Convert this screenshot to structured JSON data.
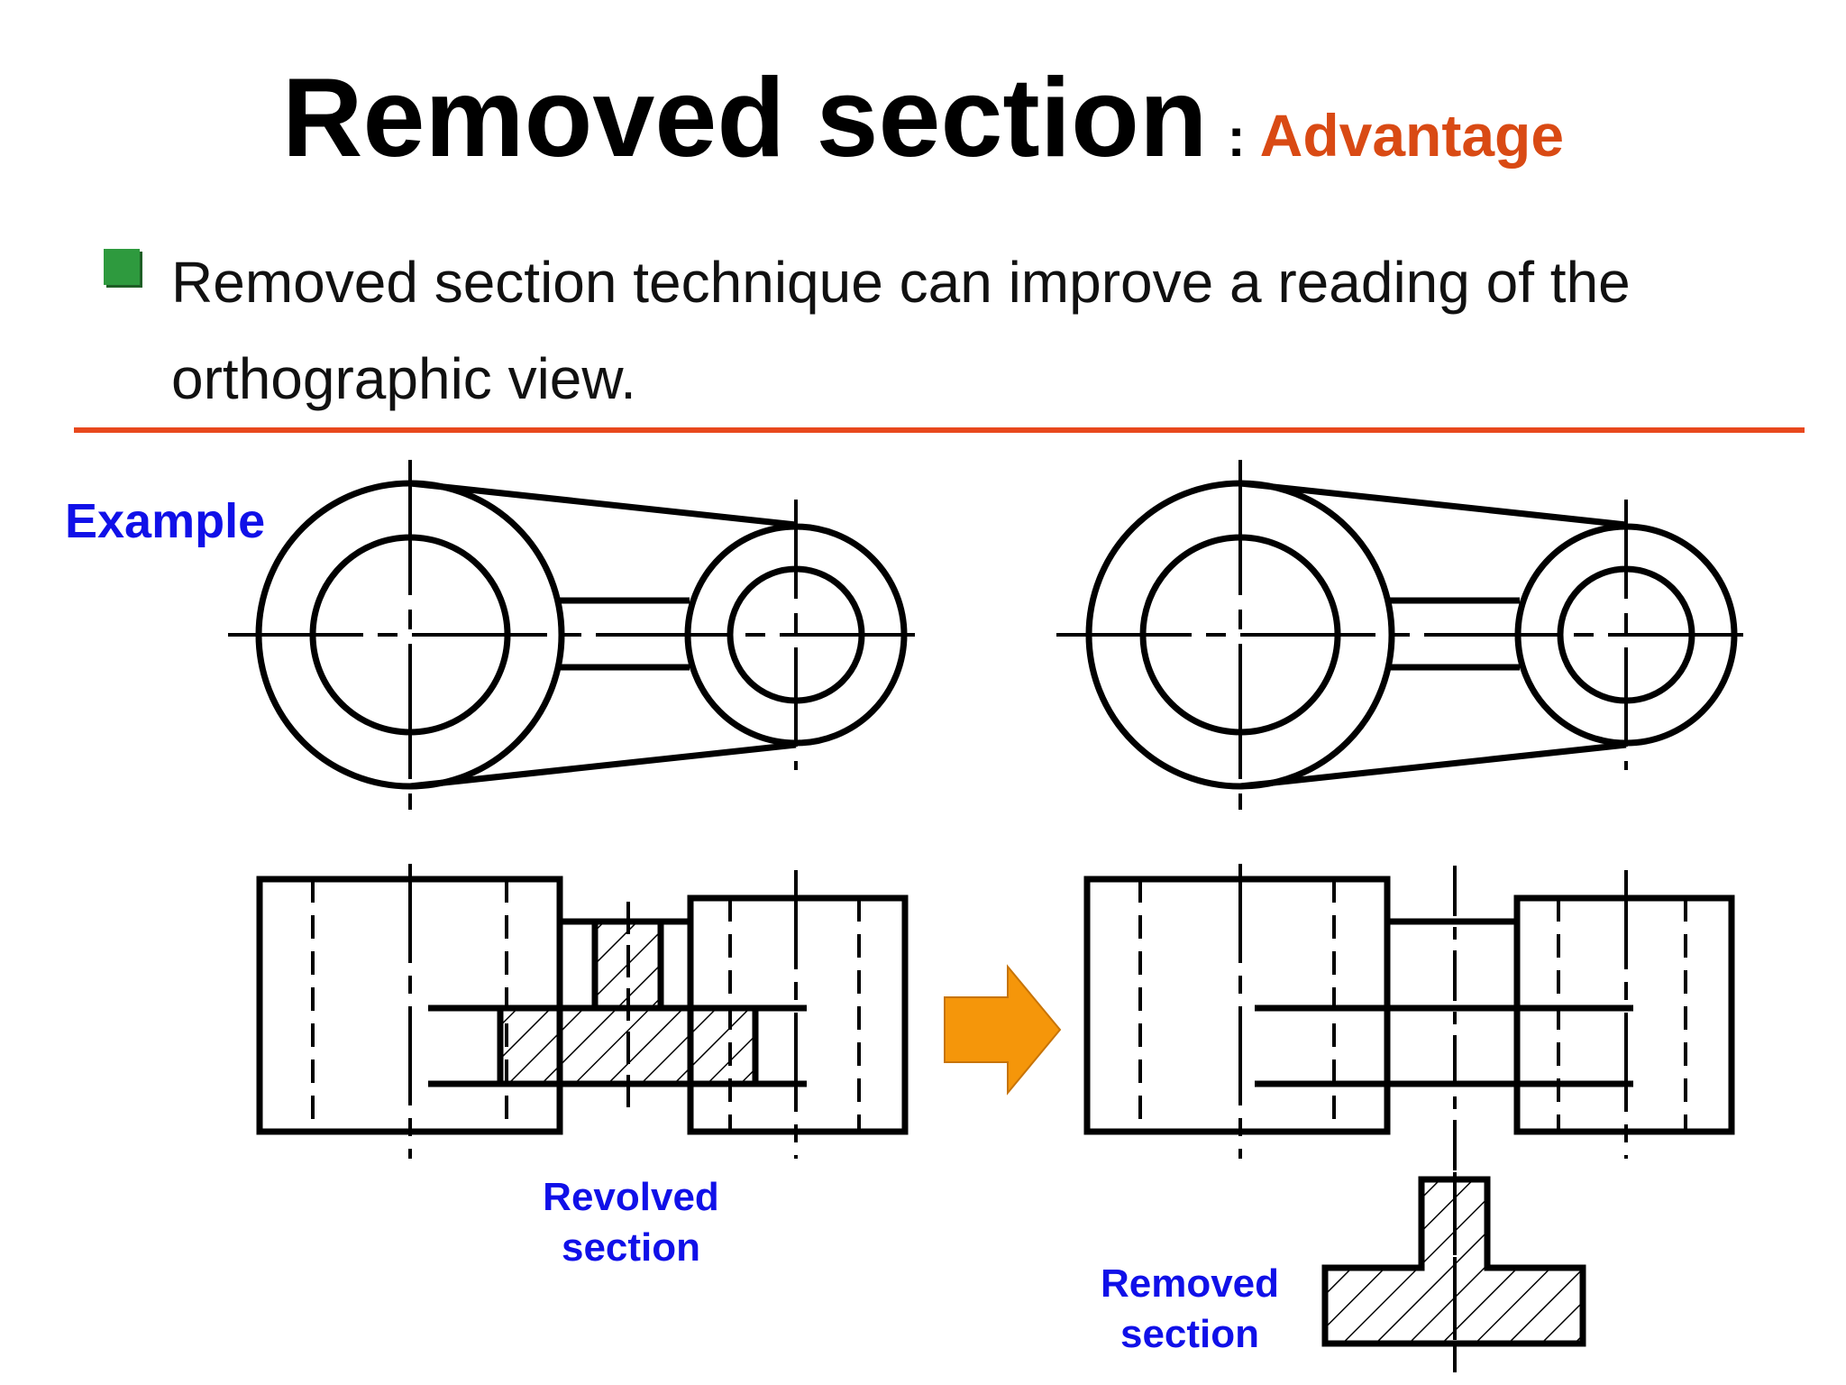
{
  "header": {
    "title": "Removed section",
    "separator": ":",
    "subtitle": "Advantage"
  },
  "bullet": {
    "text": "Removed section technique can improve a reading of the orthographic view."
  },
  "labels": {
    "example": "Example",
    "revolved": "Revolved section",
    "removed": "Removed section"
  },
  "colors": {
    "title": "#000000",
    "accent": "#d94a14",
    "divider": "#e8481d",
    "bullet": "#2e9a3e",
    "label_blue": "#1010e8",
    "arrow": "#f5960a",
    "line": "#000000"
  },
  "icons": {
    "bullet": "green-square-bullet-icon",
    "arrow": "right-arrow-icon"
  }
}
